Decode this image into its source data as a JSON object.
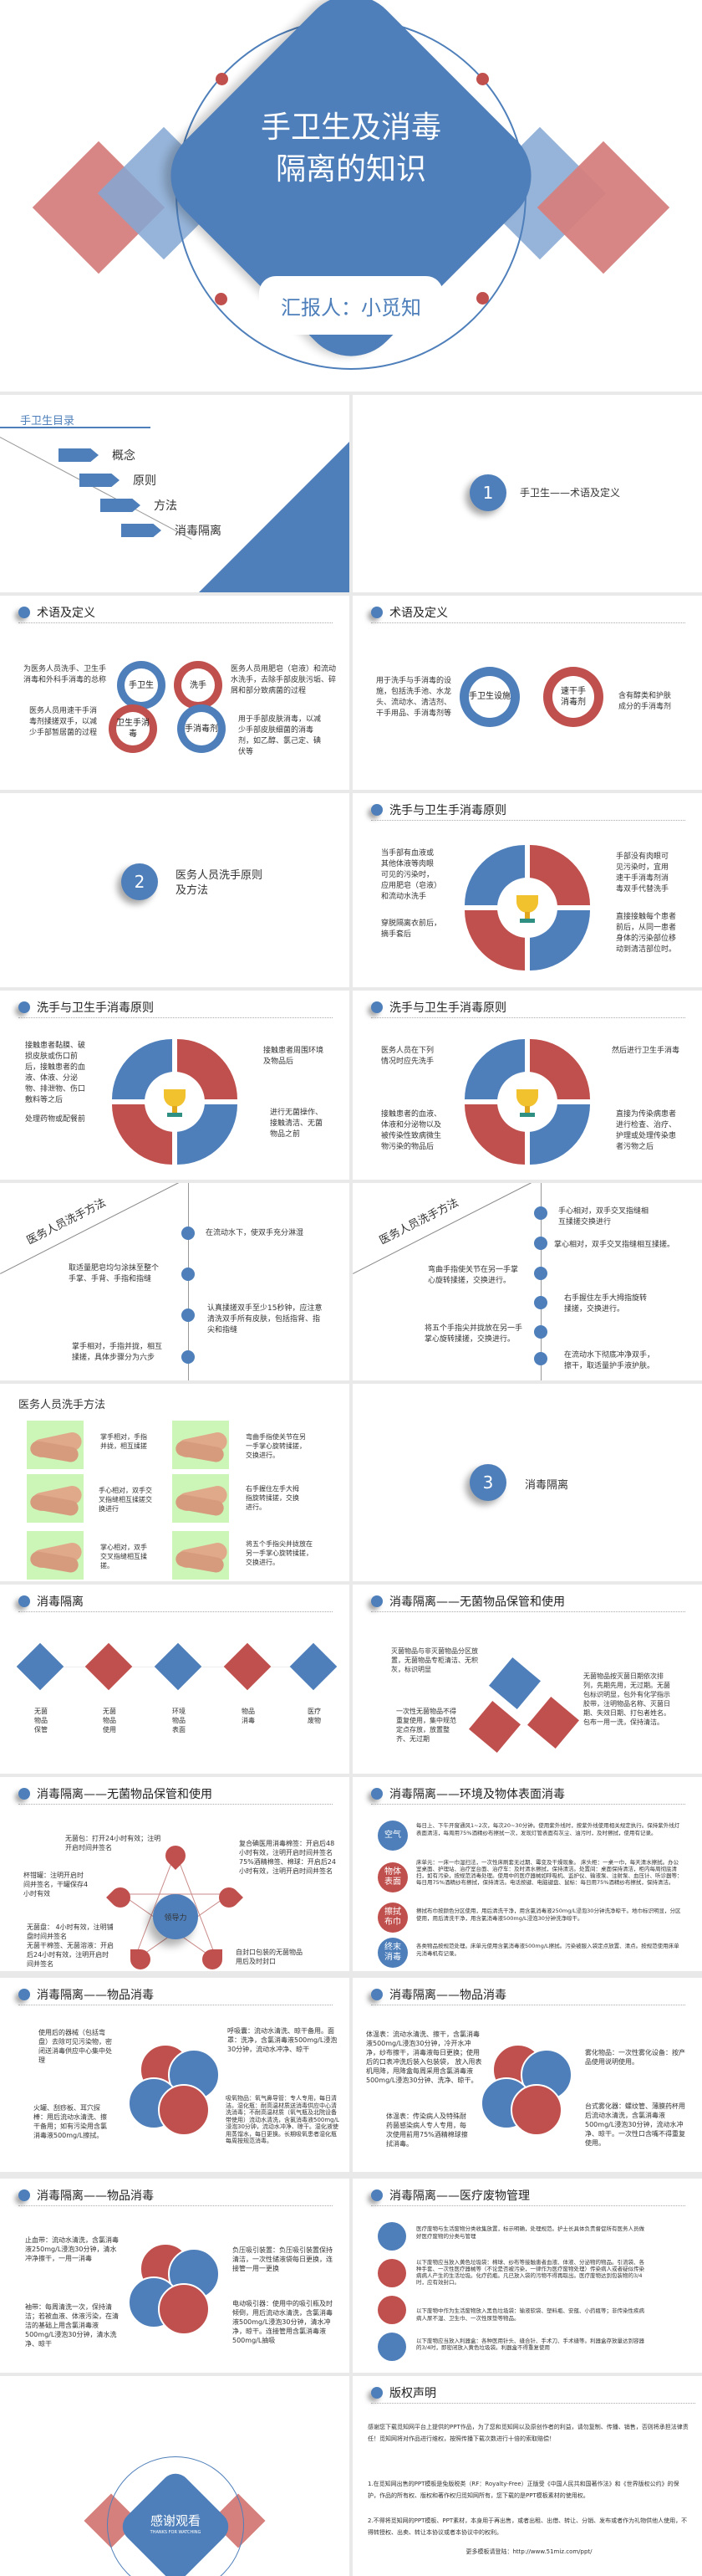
{
  "cover": {
    "title_line1": "手卫生及消毒",
    "title_line2": "隔离的知识",
    "presenter": "汇报人：小觅知"
  },
  "toc": {
    "title": "手卫生目录",
    "items": [
      "概念",
      "原则",
      "方法",
      "消毒隔离"
    ]
  },
  "section1": {
    "number": "1",
    "title": "手卫生——术语及定义"
  },
  "terms1": {
    "header": "术语及定义",
    "rings": [
      {
        "label": "手卫生",
        "color": "blue",
        "desc": "为医务人员洗手、卫生手消毒和外科手消毒的总称"
      },
      {
        "label": "洗手",
        "color": "red",
        "desc": "医务人员用肥皂（皂液）和流动水洗手，去除手部皮肤污垢、碎屑和部分致病菌的过程"
      },
      {
        "label": "卫生手消毒",
        "color": "red",
        "desc": "医务人员用速干手消毒剂揉搓双手，以减少手部暂居菌的过程"
      },
      {
        "label": "手消毒剂",
        "color": "blue",
        "desc": "用于手部皮肤消毒，以减少手部皮肤细菌的消毒剂，如乙醇、氯己定、碘伏等"
      }
    ]
  },
  "terms2": {
    "header": "术语及定义",
    "rings": [
      {
        "label": "手卫生设施",
        "color": "blue",
        "desc": "用于洗手与手消毒的设施，包括洗手池、水龙头、流动水、清洁剂、干手用品、手消毒剂等"
      },
      {
        "label": "速干手消毒剂",
        "color": "red",
        "desc": "含有醇类和护肤成分的手消毒剂"
      }
    ]
  },
  "section2": {
    "number": "2",
    "title": "医务人员洗手原则及方法"
  },
  "principles1": {
    "header": "洗手与卫生手消毒原则",
    "tl": "当手部有血液或其他体液等肉眼可见的污染时，应用肥皂（皂液）和流动水洗手",
    "tr": "手部没有肉眼可见污染时，宜用速干手消毒剂消毒双手代替洗手",
    "bl": "穿脱隔离衣前后，摘手套后",
    "br": "直接接触每个患者前后，从同一患者身体的污染部位移动到清洁部位时。"
  },
  "principles2": {
    "header": "洗手与卫生手消毒原则",
    "tl": "接触患者黏膜、破损皮肤或伤口前后，接触患者的血液、体液、分泌物、排泄物、伤口敷料等之后",
    "tr": "接触患者周围环境及物品后",
    "bl": "处理药物或配餐前",
    "br": "进行无菌操作、接触清洁、无菌物品之前"
  },
  "principles3": {
    "header": "洗手与卫生手消毒原则",
    "tl": "医务人员在下列情况时应先洗手",
    "tr": "然后进行卫生手消毒",
    "bl": "接触患者的血液、体液和分泌物以及被传染性致病微生物污染的物品后",
    "br": "直接为传染病患者进行检查、治疗、护理或处理传染患者污物之后"
  },
  "method1": {
    "title": "医务人员洗手方法",
    "steps": [
      {
        "side": "right",
        "text": "在流动水下，使双手充分淋湿"
      },
      {
        "side": "left",
        "text": "取适量肥皂均匀涂抹至整个手掌、手背、手指和指缝"
      },
      {
        "side": "right",
        "text": "认真揉搓双手至少15秒钟，应注意清洗双手所有皮肤，包括指背、指尖和指缝"
      },
      {
        "side": "left",
        "text": "掌手相对，手指并拢，相互揉搓，具体步骤分为六步"
      }
    ]
  },
  "method2": {
    "title": "医务人员洗手方法",
    "steps": [
      {
        "side": "right",
        "text": "手心相对，双手交叉指缝相互揉搓交换进行"
      },
      {
        "side": "right",
        "text": "掌心相对，双手交叉指缝相互揉搓。"
      },
      {
        "side": "left",
        "text": "弯曲手指使关节在另一手掌心旋转揉搓，交换进行。"
      },
      {
        "side": "right",
        "text": "右手握住左手大拇指旋转揉搓，交换进行。"
      },
      {
        "side": "left",
        "text": "将五个手指尖并拢放在另一手掌心旋转揉搓，交换进行。"
      },
      {
        "side": "right",
        "text": "在流动水下彻底冲净双手，擦干，取适量护手液护肤。"
      }
    ]
  },
  "photos": {
    "title": "医务人员洗手方法",
    "items": [
      "掌手相对，手指并拢，相互揉搓",
      "弯曲手指使关节在另一手掌心旋转揉搓，交换进行。",
      "手心相对，双手交叉指缝相互揉搓交换进行",
      "右手握住左手大拇指旋转揉搓，交换进行。",
      "掌心相对，双手交叉指缝相互揉搓。",
      "将五个手指尖并拢放在另一手掌心旋转揉搓，交换进行。"
    ]
  },
  "section3": {
    "number": "3",
    "title": "消毒隔离"
  },
  "iso_overview": {
    "header": "消毒隔离",
    "items": [
      {
        "label": "无菌物品保管",
        "color": "blue"
      },
      {
        "label": "无菌物品使用",
        "color": "red"
      },
      {
        "label": "环境物品表面",
        "color": "blue"
      },
      {
        "label": "物品消毒",
        "color": "red"
      },
      {
        "label": "医疗废物",
        "color": "blue"
      }
    ]
  },
  "sterile1": {
    "header": "消毒隔离——无菌物品保管和使用",
    "t1": "灭菌物品与非灭菌物品分区放置，无菌物品专柜清洁、无积灰，标识明显",
    "t2": "一次性无菌物品不得重复使用，集中规范定点存放，放置整齐、无过期",
    "t3": "无菌物品按灭菌日期依次排列，先期先用，无过期。无菌包标识明显，包外有化学指示胶带，注明物品名称、灭菌日期、失效日期、打包者姓名。包布一用一洗，保持清洁。"
  },
  "sterile2": {
    "header": "消毒隔离——无菌物品保管和使用",
    "center": "领导力",
    "top": "无菌包：打开24小时有效；注明开启时间并签名",
    "tr": "复合碘医用消毒棉签：开启后48小时有效，注明开启时间并签名75%酒精棉签、棉球：开启后24小时有效，注明开启时间并签名",
    "left": "杯钳罐：注明开启时间并签名，干罐保存4小时有效",
    "bl": "无菌盘： 4小时有效，注明铺盘时间并签名\n无菌干棉签、无菌溶液：开启后24小时有效，注明开启时间并签名",
    "br": "自封口包装的无菌物品用后及时封口"
  },
  "env": {
    "header": "消毒隔离——环境及物体表面消毒",
    "rows": [
      {
        "label": "空气",
        "color": "blue",
        "text": "每日上、下午开窗通风1~2次，每次20~30分钟。使用紫外线时，按紫外线使用相关规定执行。保持紫外线灯表面清洁，每周用75%酒精纱布擦拭一次，发现灯管表面有灰尘、油污时，及时擦拭，使用有记录。"
      },
      {
        "label": "物体表面",
        "color": "red",
        "text": "床单元：一床一巾湿扫法，一次性床刷套无过期、霉变及干燥现象。 床头柜：一桌一巾，每天清水擦拭。办公室桌面、护理站、治疗室台面、治疗车：及时清水擦拭，保持清洁。处置间：桌面保持清洁，柜内每周彻底清扫，如有污染，按规范消毒处理。使用中的医疗器械如呼吸机、监护仪、输液泵、注射泵、血压计、听诊器等：每日用75%酒精纱布擦拭，保持清洁。电话按键、电脑键盘、鼠标：每日用75%酒精纱布擦拭，保持清洁。"
      },
      {
        "label": "擦拭布巾",
        "color": "red",
        "text": "擦拭布巾按颜色分区使用，用后清洗干净，用含氯消毒液250mg/L浸泡30分钟洗净晾干。地巾标识明显，分区使用，用后清洗干净，用含氯消毒液500mg/L浸泡30分钟洗净晾干。"
      },
      {
        "label": "终末消毒",
        "color": "blue",
        "text": "各类物品按规范处理。床单元使用含氯消毒液500mg/L擦拭。污染被服入袋定点放置、清点。按规范使用床单元消毒机有记录。"
      }
    ]
  },
  "items1": {
    "header": "消毒隔离——物品消毒",
    "tl": "使用后的器械（包括弯盘）去除可见污染物，密闭送消毒供应中心集中处理",
    "tr": "呼吸囊：流动水清洗、晾干备用。面罩：洗净，含氯消毒液500mg/L浸泡30分钟，流动水冲净、晾干",
    "bl": "火罐、刮痧板、耳穴探棒：用后流动水清洗、擦干备用；如有污染用含氯消毒液500mg/L擦拭。",
    "br": "吸氧物品：氧气鼻导管：专人专用，每日清洁。湿化瓶：耐高温材质送消毒供应中心清洗消毒；不耐高温材质（氧气瓶及北院设备带使用）流动水清洗，含氯消毒液500mg/L浸泡30分钟，流动水冲净、晾干。湿化液使用蒸馏水，每日更换。长期吸氧患者湿化瓶每周按规范消毒。"
  },
  "items2": {
    "header": "消毒隔离——物品消毒",
    "tl": "体温表：流动水清洗、擦干，含氯消毒液500mg/L浸泡30分钟，冷开水冲净，纱布擦干，消毒液每日更换；使用后的口表冲洗后装入包装袋， 放入甩表机甩降，甩降盒每周采用含氯消毒液500mg/L浸泡30分钟、洗净、晾干。",
    "tr": "雾化物品：一次性雾化设备：按产品使用说明使用。",
    "bl": "体温表：传染病人及特殊耐药菌感染病人专人专用，每次使用前用75%酒精棉球擦拭消毒。",
    "br": "台式雾化器：螺纹管、薄膜药杯用后流动水清洗，含氯消毒液500mg/L浸泡30分钟，流动水冲净、晾干。一次性口含嘴不得重复使用。"
  },
  "items3": {
    "header": "消毒隔离——物品消毒",
    "tl": "止血带：流动水清洗，含氯消毒液250mg/L浸泡30分钟，清水冲净擦干，一用一消毒",
    "tr": "负压吸引装置：负压吸引装置保持清洁，一次性储液袋每日更换，连接管一用一更换",
    "bl": "袖带：每周清洗一次，保持清洁；若被血液、体液污染，在清洁的基础上用含氯消毒液500mg/L浸泡30分钟，清水洗净、晾干",
    "br": "电动吸引器：使用中的吸引瓶及时倾倒，用后流动水清洗，含氯消毒液500mg/L浸泡30分钟，清水冲净，晾干。连接管用含氯消毒液500mg/L抽吸"
  },
  "waste": {
    "header": "消毒隔离——医疗废物管理",
    "rows": [
      {
        "color": "blue",
        "text": "医疗废物与生活废物分类收集放置，标示明确，处理规范。护士长具体负责督促所有医务人员做好医疗废物的分类与管理"
      },
      {
        "color": "red",
        "text": "以下废物应当放入黄色垃圾袋：棉球、纱布等接触患者血液、体液、分泌物的物品。引流袋、各种手套、一次性医疗器械等（不论是否被污染，一律作为医疗废物处理）传染病人或者疑似传染病病人产生的生活垃圾。化疗药瓶。凡已放入袋的污物不得再取出。医疗废物达到包装物的3/4时，应有效封口。"
      },
      {
        "color": "red",
        "text": "以下废物中作为生活废物放入黑色垃圾袋：输液软袋、塑料瓶、安瓿、小药瓶等；非传染性疾病病人尿不湿、卫生巾、一次性尿垫等物品。"
      },
      {
        "color": "blue",
        "text": "以下废物应当放入利器盒：各种医用针头、缝合针、手术刀、手术缝等。利器盒存放量达到容器的3/4时，即密闭放入黄色垃圾袋。利器盒不得重复使用"
      }
    ]
  },
  "thanks": {
    "title": "感谢观看",
    "subtitle": "THANKS FOR WATCHING"
  },
  "copyright": {
    "header": "版权声明",
    "p1": "感谢您下载觅知网平台上提供的PPT作品，为了您和觅知网以及原创作者的利益，请勿复制、传播、销售，否则将承担法律责任！觅知网将对作品进行维权，按照传播下载次数进行十倍的索取赔偿！",
    "p2": "1.在觅知网出售的PPT模板是免版税类（RF：Royalty-Free）正版受《中国人民共和国著作法》和《世界版权公约》的保护，作品的所有权、版权和著作权归觅知网所有，您下载的是PPT模板素材的使用权。",
    "p3": "2.不得将觅知网的PPT模板、PPT素材，本身用于再出售，或者出租、出借、转让、分销、发布或者作为礼物供他人使用，不得转授权、出卖、转让本协议或者本协议中的权利。",
    "footer": "更多模板请登陆：http://www.51miz.com/ppt/"
  },
  "colors": {
    "blue": "#4e7fba",
    "red": "#c0504d",
    "light_blue": "#84a7d2",
    "light_red": "#d6807e"
  }
}
